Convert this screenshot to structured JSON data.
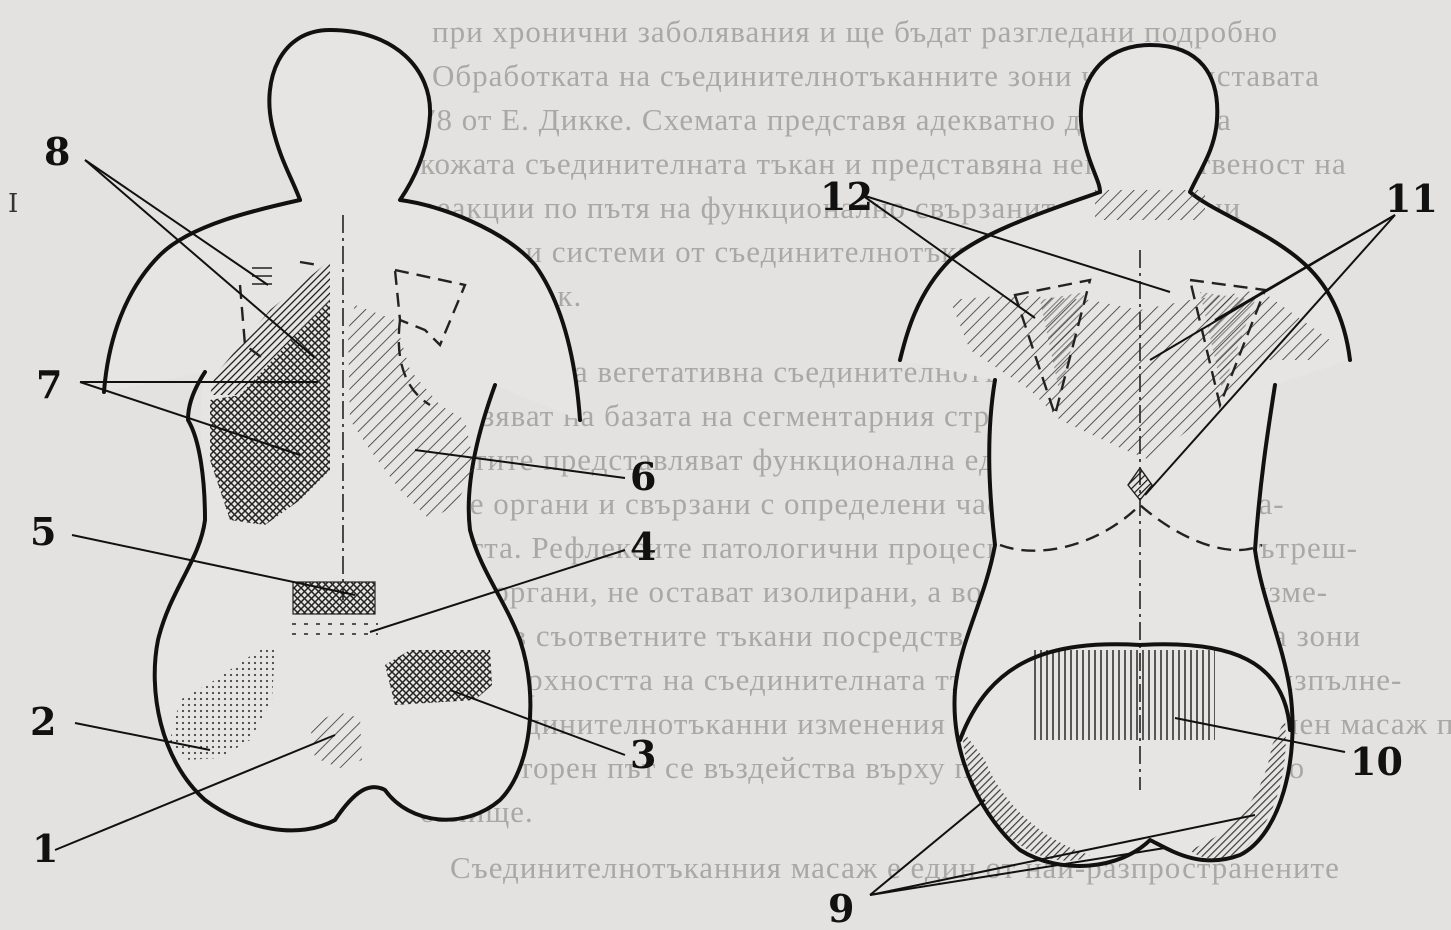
{
  "background_text": [
    "при хронични заболявания и ще бъдат разгледани подробно",
    "Обработката на съединителнотъканните зони чрез представата",
    "78 от Е. Дикке. Схемата представя адекватно дразнене на",
    "кожата съединителната тъкан и представяна непосредственост на",
    "реакции по пътя на функционално свързаните с вътрешни",
    "органи и системи от съединителнотъканни зони те и нивата",
    "по-нататък.",
    "Зоните на вегетативна съединителнотъканна терапия се",
    "изразяват на базата на сегментарния строеж на тялото. Сег-",
    "ментите представляват функционална единица на вътреш-",
    "ните органи и свързани с определени части на тялото и тъка-",
    "ността. Рефлексите патологични процеси, развиващи се в вътреш-",
    "ните органи, не остават изолирани, а водят до определени изме-",
    "нения в съответните тъкани посредством рефлекторната дъга зони",
    "на повърхността на съединителната тъкан. При откриване и изпълне-",
    "ние съединителнотъканни изменения чрез съединителнотъканен масаж по",
    "рефлекторен път се въздейства върху първичното патологично",
    "огнище.",
    "Съединителнотъканния масаж е един от най-разпространените"
  ],
  "labels": {
    "n1": "1",
    "n2": "2",
    "n3": "3",
    "n4": "4",
    "n5": "5",
    "n6": "6",
    "n7": "7",
    "n8": "8",
    "n9": "9",
    "n10": "10",
    "n11": "11",
    "n12": "12",
    "margin_mark": "I"
  },
  "colors": {
    "paper": "#e3e2e0",
    "ink": "#111111",
    "faded_text": "#a9a8a5"
  }
}
